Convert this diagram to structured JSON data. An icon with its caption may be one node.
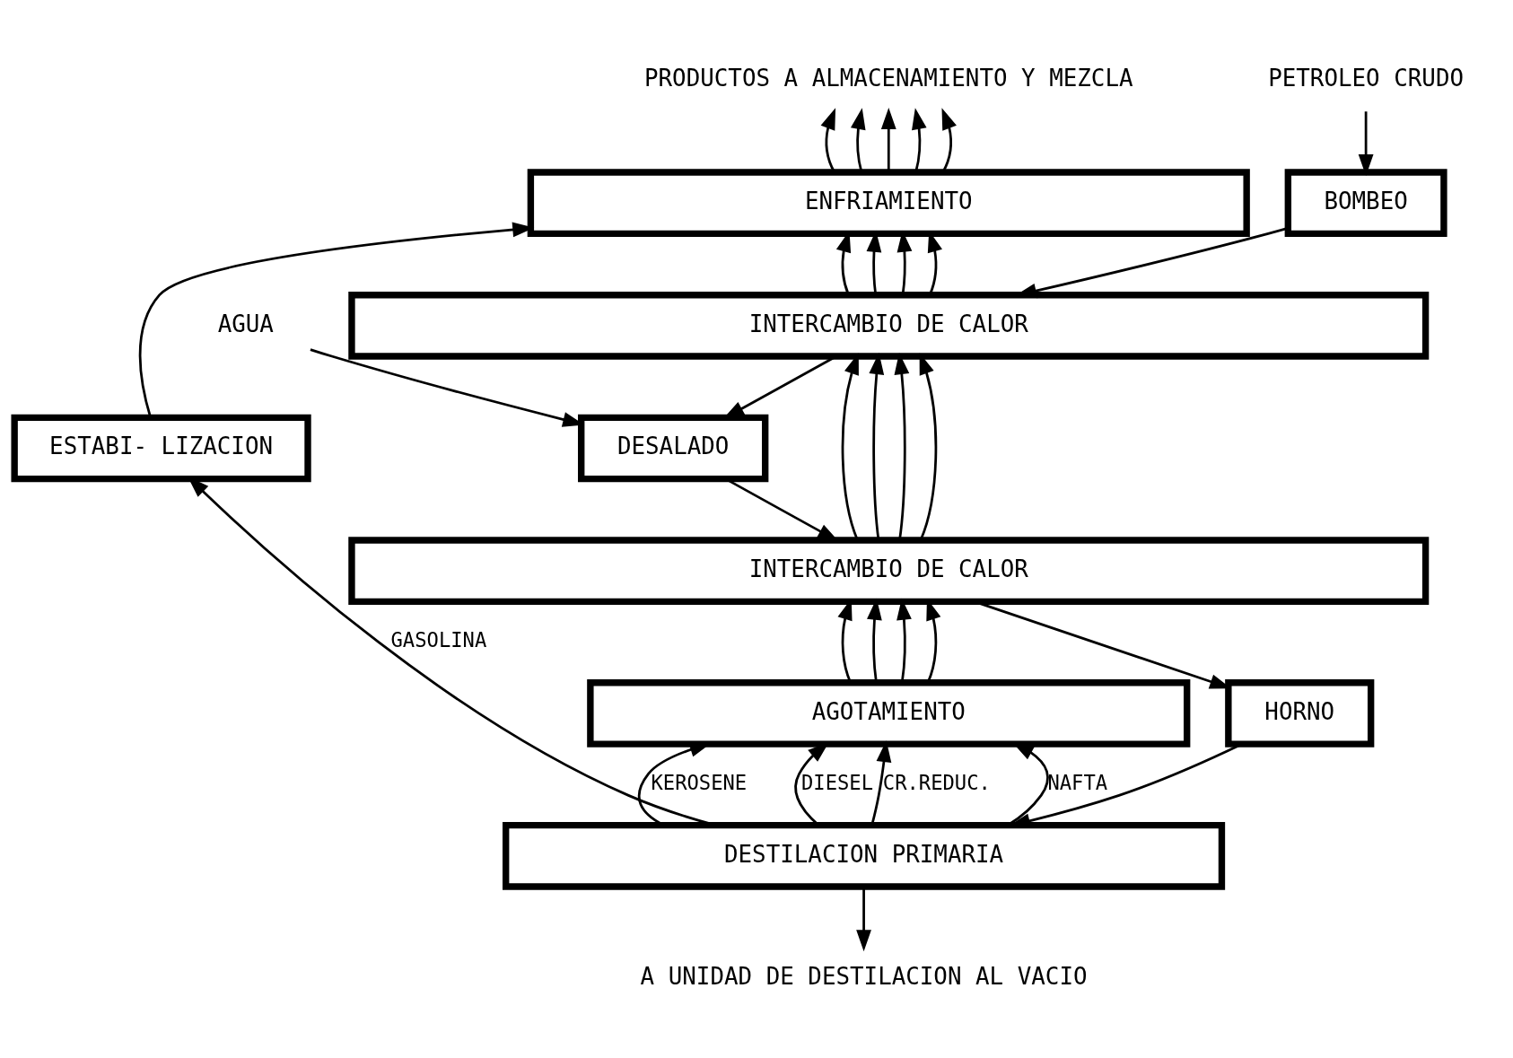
{
  "diagram": {
    "nodes": [
      {
        "text": [
          "PETROLEO CRUDO"
        ]
      },
      {
        "text": [
          "BOMBEO"
        ]
      },
      {
        "text": [
          "INTERCAMBIO DE CALOR"
        ]
      },
      {
        "text": [
          "AGUA"
        ]
      },
      {
        "text": [
          "DESALADO"
        ]
      },
      {
        "text": [
          "INTERCAMBIO DE CALOR"
        ]
      },
      {
        "text": [
          "HORNO"
        ]
      },
      {
        "text": [
          "DESTILACION PRIMARIA"
        ]
      },
      {
        "text": [
          "AGOTAMIENTO"
        ]
      },
      {
        "text": [
          "ENFRIAMIENTO"
        ]
      },
      {
        "text": [
          "ESTABI- LIZACION"
        ]
      },
      {
        "text": [
          "PRODUCTOS A ALMACENAMIENTO Y MEZCLA"
        ]
      },
      {
        "text": [
          "A UNIDAD DE DESTILACION AL VACIO"
        ]
      }
    ],
    "edges": [
      {
        "from": 0,
        "to": 1,
        "arrow": "to"
      },
      {
        "from": 1,
        "to": 2,
        "arrow": "to"
      },
      {
        "from": 2,
        "to": 4,
        "arrow": "to"
      },
      {
        "from": 3,
        "to": 4,
        "arrow": "to"
      },
      {
        "from": 4,
        "to": 5,
        "arrow": "to"
      },
      {
        "from": 5,
        "to": 6,
        "arrow": "to"
      },
      {
        "from": 6,
        "to": 7,
        "arrow": "to"
      },
      {
        "from": 7,
        "to": 10,
        "label": "GASOLINA",
        "arrow": "to"
      },
      {
        "from": 7,
        "to": 8,
        "label": "NAFTA",
        "arrow": "to"
      },
      {
        "from": 7,
        "to": 8,
        "label": "KEROSENE",
        "arrow": "to"
      },
      {
        "from": 7,
        "to": 8,
        "label": "DIESEL",
        "arrow": "to"
      },
      {
        "from": 7,
        "to": 8,
        "label": "CR.REDUC.",
        "arrow": "to"
      },
      {
        "from": 7,
        "to": 12,
        "arrow": "to"
      },
      {
        "from": 8,
        "to": 5,
        "arrow": "to"
      },
      {
        "from": 8,
        "to": 5,
        "arrow": "to"
      },
      {
        "from": 8,
        "to": 5,
        "arrow": "to"
      },
      {
        "from": 8,
        "to": 5,
        "arrow": "to"
      },
      {
        "from": 5,
        "to": 2,
        "arrow": "to"
      },
      {
        "from": 5,
        "to": 2,
        "arrow": "to"
      },
      {
        "from": 5,
        "to": 2,
        "arrow": "to"
      },
      {
        "from": 5,
        "to": 2,
        "arrow": "to"
      },
      {
        "from": 2,
        "to": 9,
        "arrow": "to"
      },
      {
        "from": 2,
        "to": 9,
        "arrow": "to"
      },
      {
        "from": 2,
        "to": 9,
        "arrow": "to"
      },
      {
        "from": 2,
        "to": 9,
        "arrow": "to"
      },
      {
        "from": 10,
        "to": 9,
        "arrow": "to"
      },
      {
        "from": 9,
        "to": 11,
        "arrow": "to"
      },
      {
        "from": 9,
        "to": 11,
        "arrow": "to"
      },
      {
        "from": 9,
        "to": 11,
        "arrow": "to"
      },
      {
        "from": 9,
        "to": 11,
        "arrow": "to"
      },
      {
        "from": 9,
        "to": 11,
        "arrow": "to"
      }
    ]
  }
}
